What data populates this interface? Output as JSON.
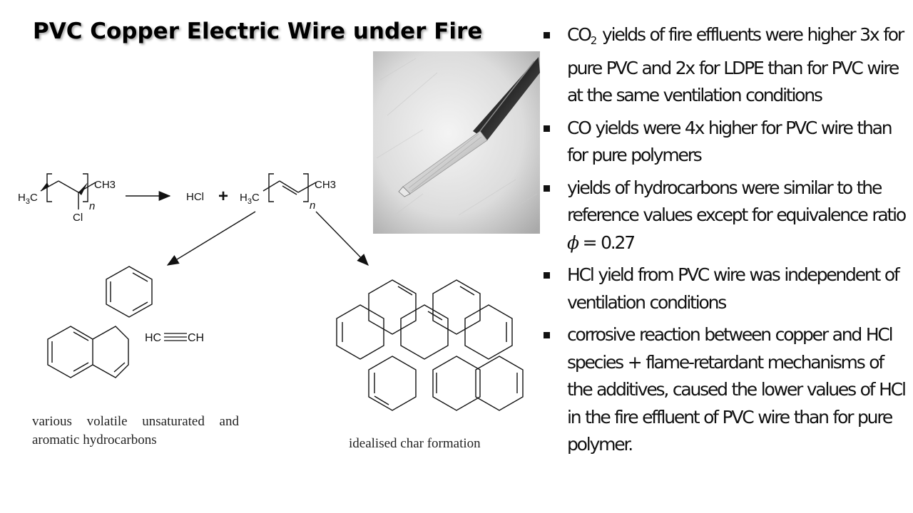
{
  "slide": {
    "title": "PVC Copper Electric Wire under Fire"
  },
  "scheme": {
    "reactant": {
      "left_group": "H3C",
      "right_group": "CH3",
      "substituent": "Cl",
      "repeat": "n"
    },
    "products": {
      "hcl": "HCl",
      "plus": "+",
      "left_group": "H3C",
      "right_group": "CH3",
      "repeat": "n"
    },
    "acetylene": "HC≡CH",
    "caption_left_line1": "various volatile unsaturated and",
    "caption_left_line2": "aromatic hydrocarbons",
    "caption_right": "idealised char formation"
  },
  "photo": {
    "subject": "stripped copper wire with insulation"
  },
  "bullets": [
    {
      "pre": "CO",
      "sub": "2",
      "text": " yields of fire effluents were higher 3x for pure PVC and 2x for LDPE than for PVC wire at the same ventilation conditions"
    },
    {
      "text": "CO yields were 4x higher for PVC wire than for pure polymers"
    },
    {
      "text": "yields of hydrocarbons were similar to the reference values except for equivalence ratio ",
      "symbol": "ϕ",
      "post": " = 0.27"
    },
    {
      "text": "HCl yield from PVC wire was independent of ventilation conditions"
    },
    {
      "text": "corrosive reaction between copper and HCl species + flame-retardant mechanisms of the additives, caused the lower values of HCl in the fire effluent of PVC wire than for pure polymer."
    }
  ]
}
